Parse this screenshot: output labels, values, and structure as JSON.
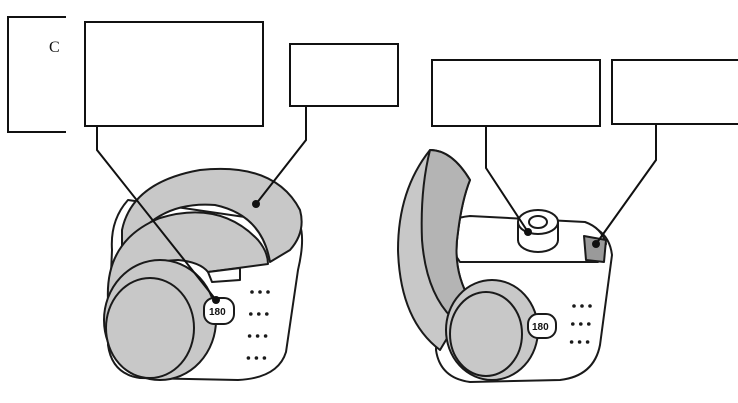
{
  "diagram": {
    "partial_box_text": "C",
    "dose_counter_left": "180",
    "dose_counter_right": "180",
    "label_boxes": [
      "",
      "",
      "",
      ""
    ],
    "colors": {
      "body_fill": "#c8c8c8",
      "stroke": "#1a1a1a",
      "background": "#ffffff"
    }
  }
}
